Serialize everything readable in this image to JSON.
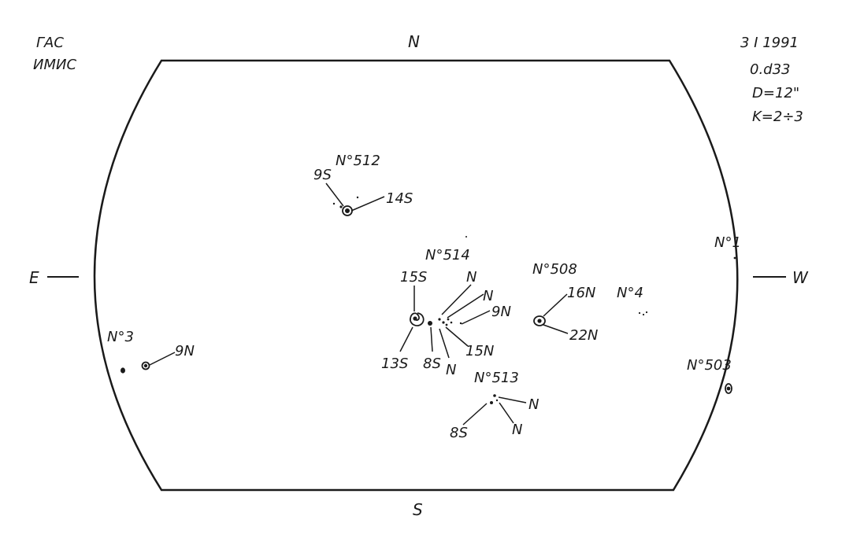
{
  "observatory": {
    "line1": "ГАС",
    "line2": "ИМИС"
  },
  "observation": {
    "date": "3 I 1991",
    "time": "0.d33",
    "diameter": "D=12\"",
    "index": "K=2÷3"
  },
  "directions": {
    "north": "N",
    "south": "S",
    "east": "E",
    "west": "W"
  },
  "regions": {
    "r512": {
      "name": "N°512",
      "labels": [
        "9S",
        "14S"
      ]
    },
    "r514": {
      "name": "N°514",
      "labels": [
        "15S",
        "N",
        "N",
        "9N",
        "13S",
        "8S",
        "N",
        "15N"
      ]
    },
    "r508": {
      "name": "N°508",
      "labels": [
        "16N",
        "22N"
      ]
    },
    "r4": {
      "name": "N°4"
    },
    "r1": {
      "name": "N°1"
    },
    "r3": {
      "name": "N°3",
      "labels": [
        "9N"
      ]
    },
    "r503": {
      "name": "N°503"
    },
    "r513": {
      "name": "N°513",
      "labels": [
        "N",
        "N",
        "8S"
      ]
    }
  }
}
